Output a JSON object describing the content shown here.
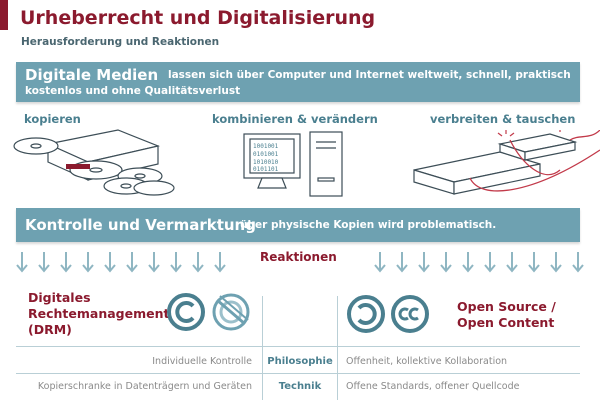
{
  "header": {
    "title": "Urheberrecht und Digitalisierung",
    "subtitle": "Herausforderung und Reaktionen"
  },
  "band_digital": {
    "lead": "Digitale Medien",
    "text_line1": "lassen sich über Computer und Internet weltweit, schnell, praktisch",
    "text_line2": "kostenlos und ohne Qualitätsverlust"
  },
  "actions": {
    "copy": "kopieren",
    "combine": "kombinieren & verändern",
    "share": "verbreiten & tauschen"
  },
  "band_control": {
    "lead": "Kontrolle und Vermarktung",
    "text": "über physische Kopien wird problematisch."
  },
  "reactions_label": "Reaktionen",
  "left_reaction": {
    "line1": "Digitales",
    "line2": "Rechtemanagement",
    "line3": "(DRM)"
  },
  "right_reaction": {
    "line1": "Open Source /",
    "line2": "Open Content"
  },
  "comparison": {
    "rows": [
      {
        "left": "Individuelle Kontrolle",
        "middle": "Philosophie",
        "right": "Offenheit, kollektive Kollaboration"
      },
      {
        "left": "Kopierschranke in Datenträgern und Geräten",
        "middle": "Technik",
        "right": "Offene Standards, offener Quellcode"
      }
    ]
  },
  "icons": {
    "drive": "cd-burner-icon",
    "computer": "computer-icon",
    "network": "router-icon",
    "copyright": "copyright-icon",
    "no_copyright": "no-copyright-icon",
    "copyleft": "copyleft-icon",
    "creative_commons": "creative-commons-icon"
  },
  "colors": {
    "accent": "#8b1a2e",
    "band": "#6ea1b1",
    "label": "#4a7f8f"
  }
}
